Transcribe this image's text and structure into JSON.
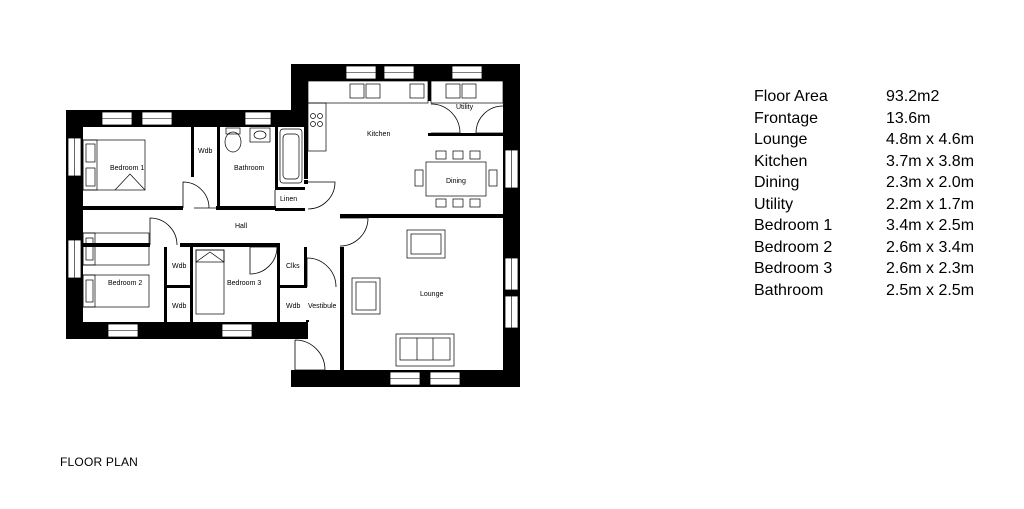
{
  "rooms": {
    "bedroom1": "Bedroom 1",
    "wdb_bed1": "Wdb",
    "bathroom": "Bathroom",
    "linen": "Linen",
    "hall": "Hall",
    "kitchen": "Kitchen",
    "utility": "Utility",
    "dining": "Dining",
    "bedroom2": "Bedroom 2",
    "wdb_b2_top": "Wdb",
    "wdb_b2_bottom": "Wdb",
    "bedroom3": "Bedroom 3",
    "clks": "Clks",
    "wdb_b3": "Wdb",
    "vestibule": "Vestibule",
    "lounge": "Lounge"
  },
  "specs": [
    {
      "name": "Floor Area",
      "value": "93.2m2"
    },
    {
      "name": "Frontage",
      "value": "13.6m"
    },
    {
      "name": "Lounge",
      "value": "4.8m x 4.6m"
    },
    {
      "name": "Kitchen",
      "value": "3.7m x 3.8m"
    },
    {
      "name": "Dining",
      "value": "2.3m x 2.0m"
    },
    {
      "name": "Utility",
      "value": "2.2m x 1.7m"
    },
    {
      "name": "Bedroom 1",
      "value": "3.4m x 2.5m"
    },
    {
      "name": "Bedroom 2",
      "value": "2.6m x 3.4m"
    },
    {
      "name": "Bedroom 3",
      "value": "2.6m x 2.3m"
    },
    {
      "name": "Bathroom",
      "value": "2.5m x 2.5m"
    }
  ],
  "caption": "FLOOR PLAN"
}
